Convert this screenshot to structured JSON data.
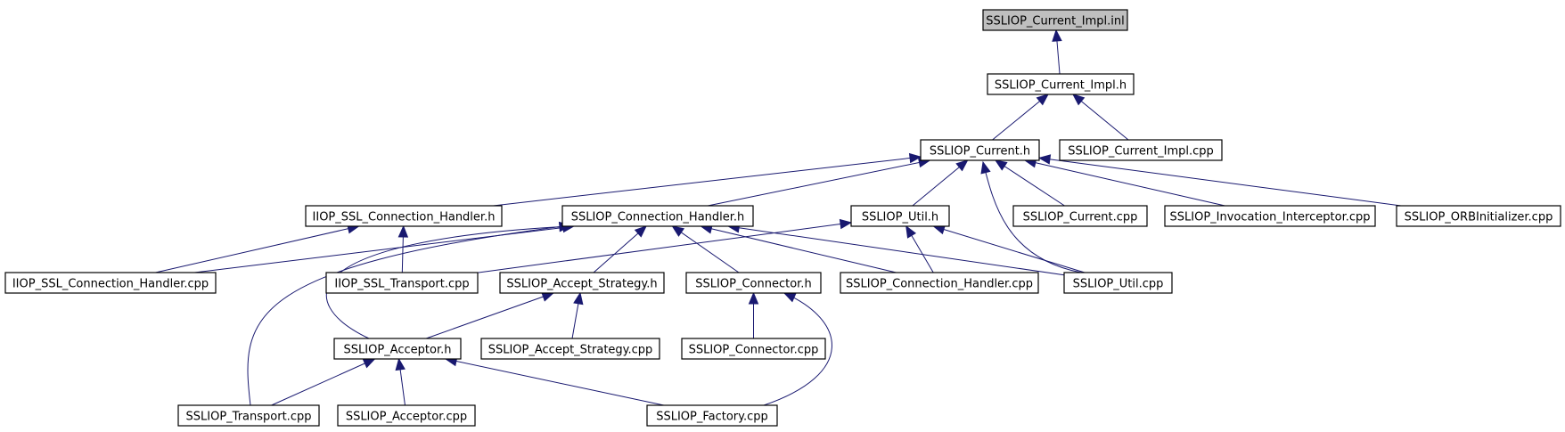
{
  "nodes": [
    {
      "id": "current_impl_inl",
      "label": "SSLIOP_Current_Impl.inl",
      "highlight": true
    },
    {
      "id": "current_impl_h",
      "label": "SSLIOP_Current_Impl.h"
    },
    {
      "id": "current_h",
      "label": "SSLIOP_Current.h"
    },
    {
      "id": "current_impl_cpp",
      "label": "SSLIOP_Current_Impl.cpp"
    },
    {
      "id": "iiop_ssl_conn_h",
      "label": "IIOP_SSL_Connection_Handler.h"
    },
    {
      "id": "conn_handler_h",
      "label": "SSLIOP_Connection_Handler.h"
    },
    {
      "id": "util_h",
      "label": "SSLIOP_Util.h"
    },
    {
      "id": "current_cpp",
      "label": "SSLIOP_Current.cpp"
    },
    {
      "id": "invocation_interceptor_cpp",
      "label": "SSLIOP_Invocation_Interceptor.cpp"
    },
    {
      "id": "orbinitializer_cpp",
      "label": "SSLIOP_ORBInitializer.cpp"
    },
    {
      "id": "iiop_ssl_conn_cpp",
      "label": "IIOP_SSL_Connection_Handler.cpp"
    },
    {
      "id": "iiop_ssl_transport_cpp",
      "label": "IIOP_SSL_Transport.cpp"
    },
    {
      "id": "accept_strategy_h",
      "label": "SSLIOP_Accept_Strategy.h"
    },
    {
      "id": "connector_h",
      "label": "SSLIOP_Connector.h"
    },
    {
      "id": "conn_handler_cpp",
      "label": "SSLIOP_Connection_Handler.cpp"
    },
    {
      "id": "util_cpp",
      "label": "SSLIOP_Util.cpp"
    },
    {
      "id": "acceptor_h",
      "label": "SSLIOP_Acceptor.h"
    },
    {
      "id": "accept_strategy_cpp",
      "label": "SSLIOP_Accept_Strategy.cpp"
    },
    {
      "id": "connector_cpp",
      "label": "SSLIOP_Connector.cpp"
    },
    {
      "id": "transport_cpp",
      "label": "SSLIOP_Transport.cpp"
    },
    {
      "id": "acceptor_cpp",
      "label": "SSLIOP_Acceptor.cpp"
    },
    {
      "id": "factory_cpp",
      "label": "SSLIOP_Factory.cpp"
    }
  ],
  "edges": [
    {
      "from": "current_impl_h",
      "to": "current_impl_inl"
    },
    {
      "from": "current_h",
      "to": "current_impl_h"
    },
    {
      "from": "current_impl_cpp",
      "to": "current_impl_h"
    },
    {
      "from": "iiop_ssl_conn_h",
      "to": "current_h"
    },
    {
      "from": "conn_handler_h",
      "to": "current_h"
    },
    {
      "from": "util_h",
      "to": "current_h"
    },
    {
      "from": "current_cpp",
      "to": "current_h"
    },
    {
      "from": "invocation_interceptor_cpp",
      "to": "current_h"
    },
    {
      "from": "orbinitializer_cpp",
      "to": "current_h"
    },
    {
      "from": "util_cpp",
      "to": "current_h"
    },
    {
      "from": "iiop_ssl_conn_cpp",
      "to": "iiop_ssl_conn_h"
    },
    {
      "from": "iiop_ssl_transport_cpp",
      "to": "iiop_ssl_conn_h"
    },
    {
      "from": "iiop_ssl_conn_cpp",
      "to": "conn_handler_h"
    },
    {
      "from": "accept_strategy_h",
      "to": "conn_handler_h"
    },
    {
      "from": "connector_h",
      "to": "conn_handler_h"
    },
    {
      "from": "conn_handler_cpp",
      "to": "conn_handler_h"
    },
    {
      "from": "util_cpp",
      "to": "conn_handler_h"
    },
    {
      "from": "acceptor_h",
      "to": "conn_handler_h"
    },
    {
      "from": "transport_cpp",
      "to": "conn_handler_h"
    },
    {
      "from": "iiop_ssl_transport_cpp",
      "to": "util_h"
    },
    {
      "from": "conn_handler_cpp",
      "to": "util_h"
    },
    {
      "from": "util_cpp",
      "to": "util_h"
    },
    {
      "from": "acceptor_h",
      "to": "accept_strategy_h"
    },
    {
      "from": "accept_strategy_cpp",
      "to": "accept_strategy_h"
    },
    {
      "from": "connector_cpp",
      "to": "connector_h"
    },
    {
      "from": "factory_cpp",
      "to": "connector_h"
    },
    {
      "from": "transport_cpp",
      "to": "acceptor_h"
    },
    {
      "from": "acceptor_cpp",
      "to": "acceptor_h"
    },
    {
      "from": "factory_cpp",
      "to": "acceptor_h"
    }
  ],
  "colors": {
    "edge": "#191970",
    "node_fill": "#ffffff",
    "highlight_fill": "#bfbfbf",
    "border": "#000000"
  }
}
